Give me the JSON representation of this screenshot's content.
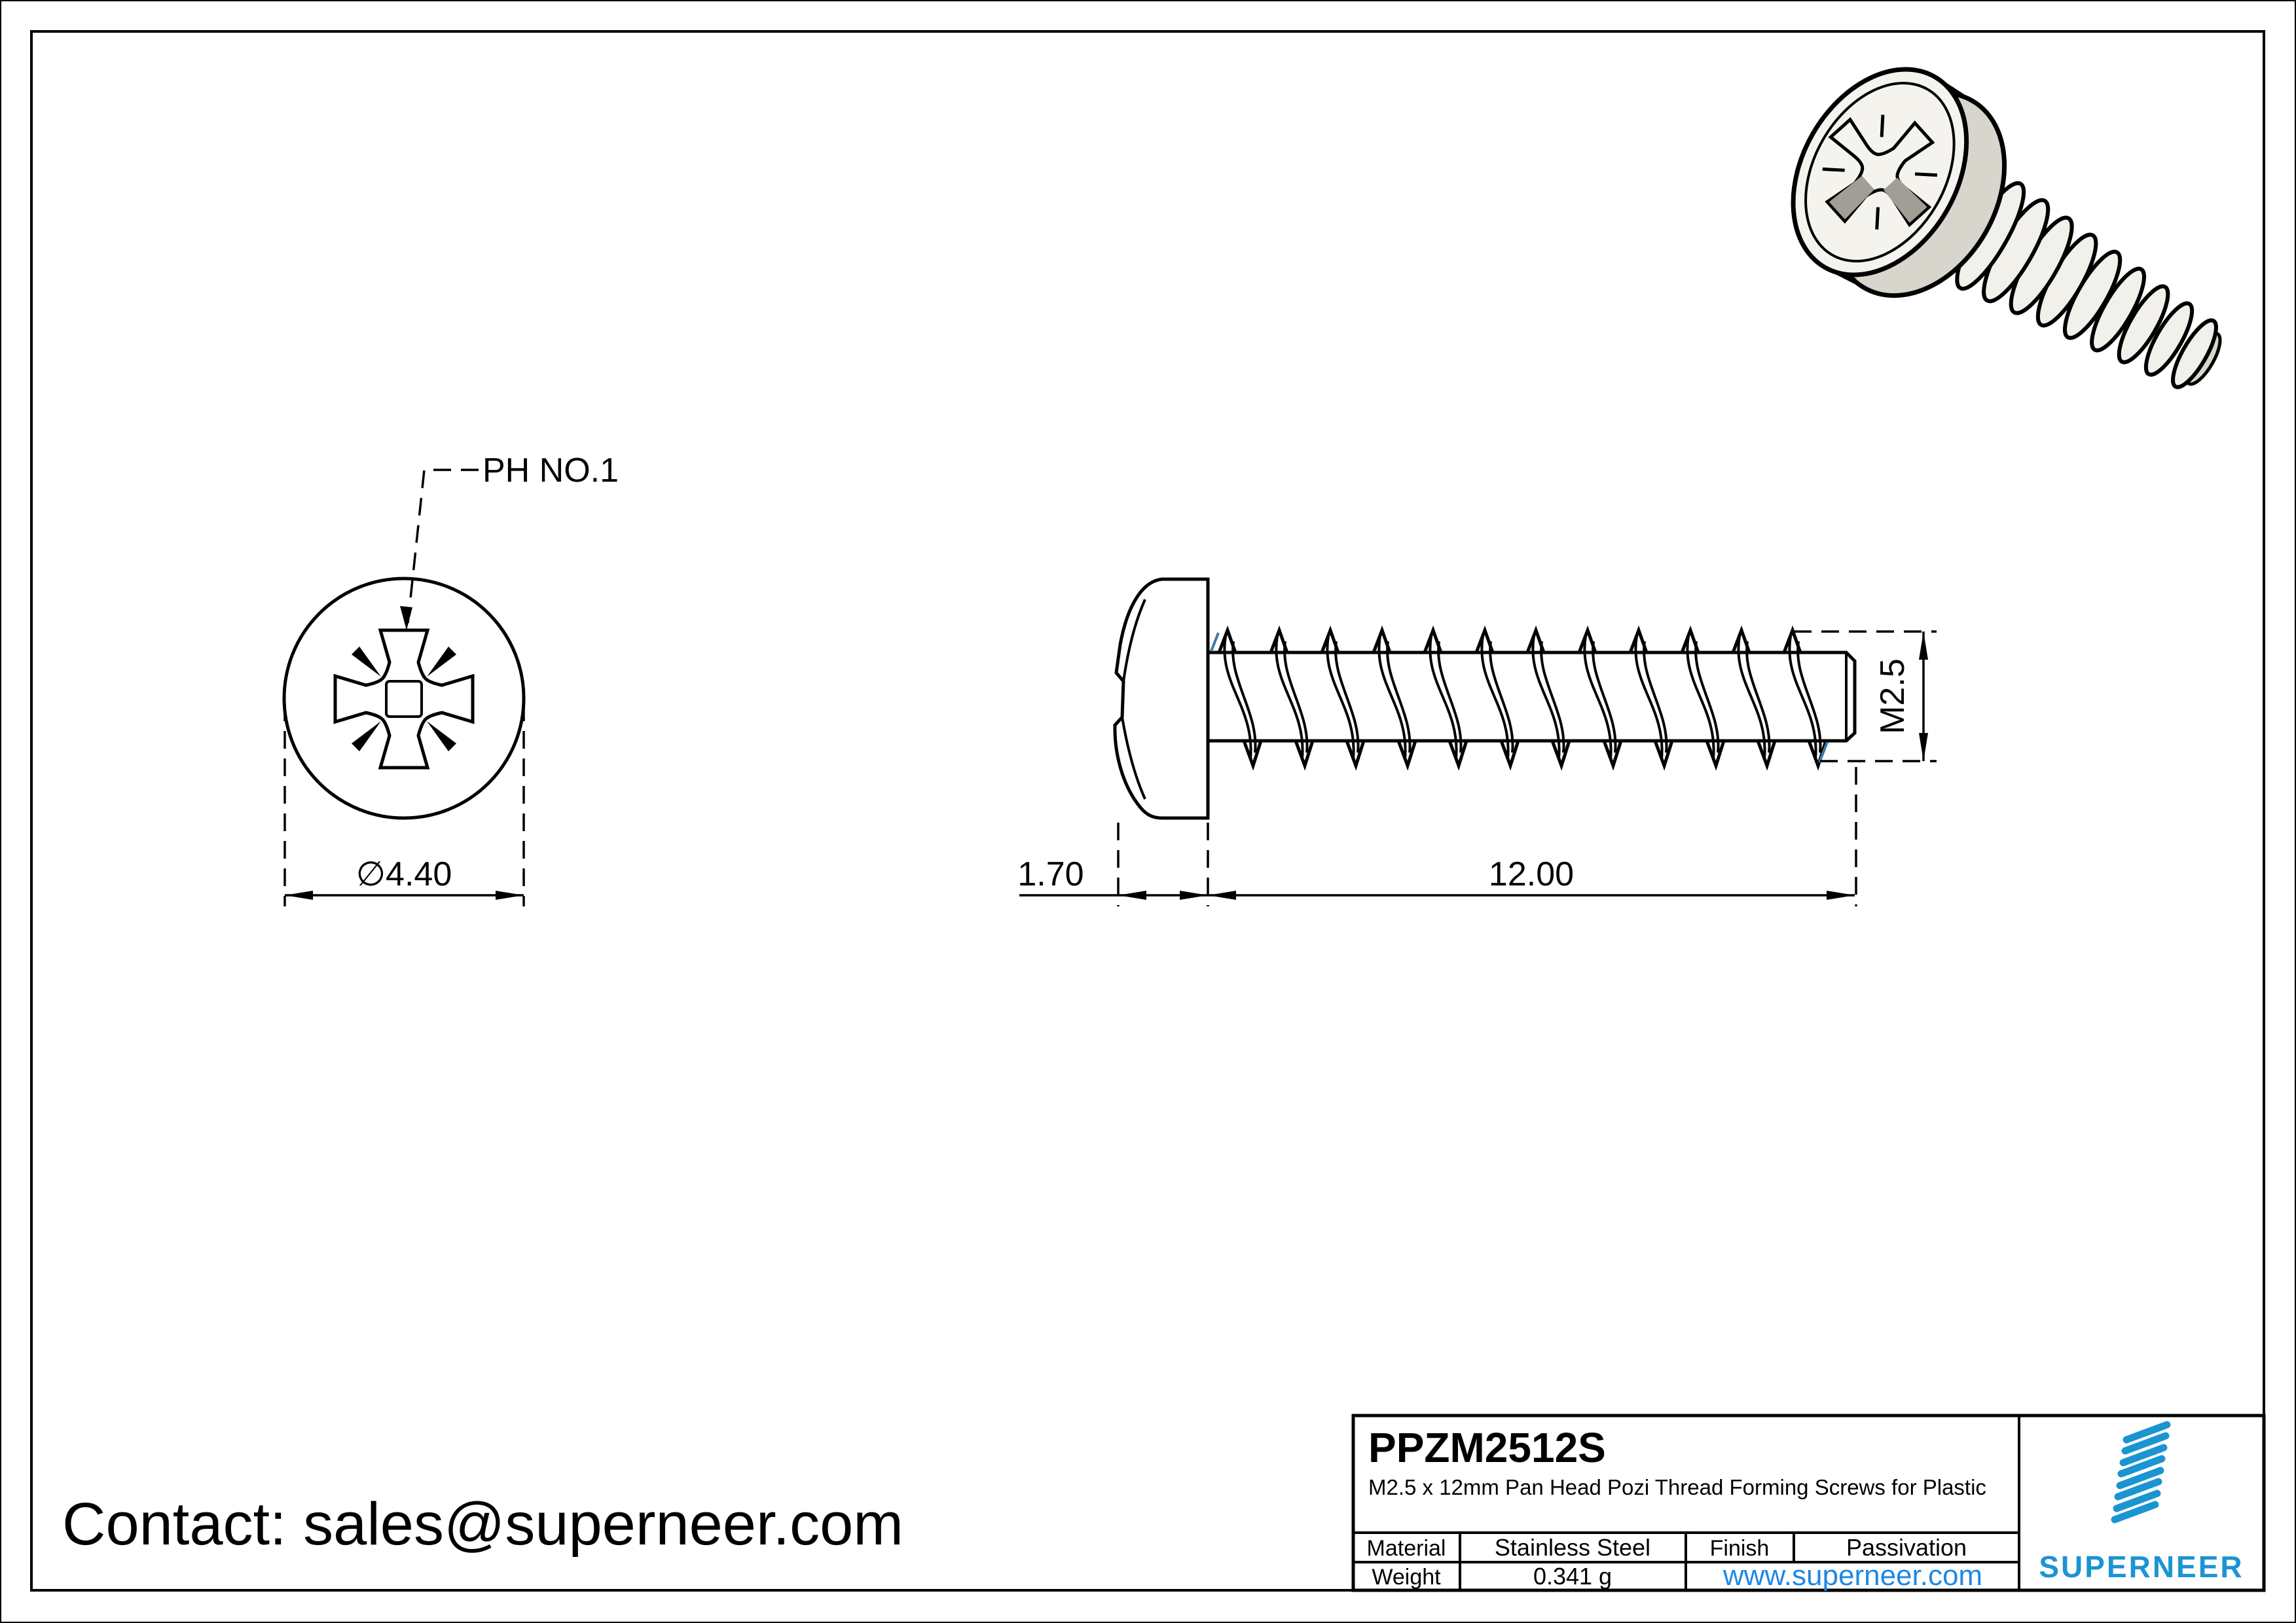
{
  "sheet": {
    "contact": "Contact: sales@superneer.com"
  },
  "top_view": {
    "drive_label": "PH NO.1",
    "diameter_dim": "∅4.40"
  },
  "side_view": {
    "head_height_dim": "1.70",
    "thread_length_dim": "12.00",
    "thread_diameter_dim": "M2.5"
  },
  "title_block": {
    "part_number": "PPZM2512S",
    "description": "M2.5 x 12mm Pan Head Pozi Thread Forming Screws for Plastic",
    "material_label": "Material",
    "material_value": "Stainless Steel",
    "finish_label": "Finish",
    "finish_value": "Passivation",
    "weight_label": "Weight",
    "weight_value": "0.341 g",
    "website": "www.superneer.com",
    "brand": "SUPERNEER"
  },
  "colors": {
    "brand_blue": "#1b94d2",
    "link_blue": "#1e88e5",
    "line_black": "#000000",
    "helix_start_blue": "#3b7ca8"
  }
}
